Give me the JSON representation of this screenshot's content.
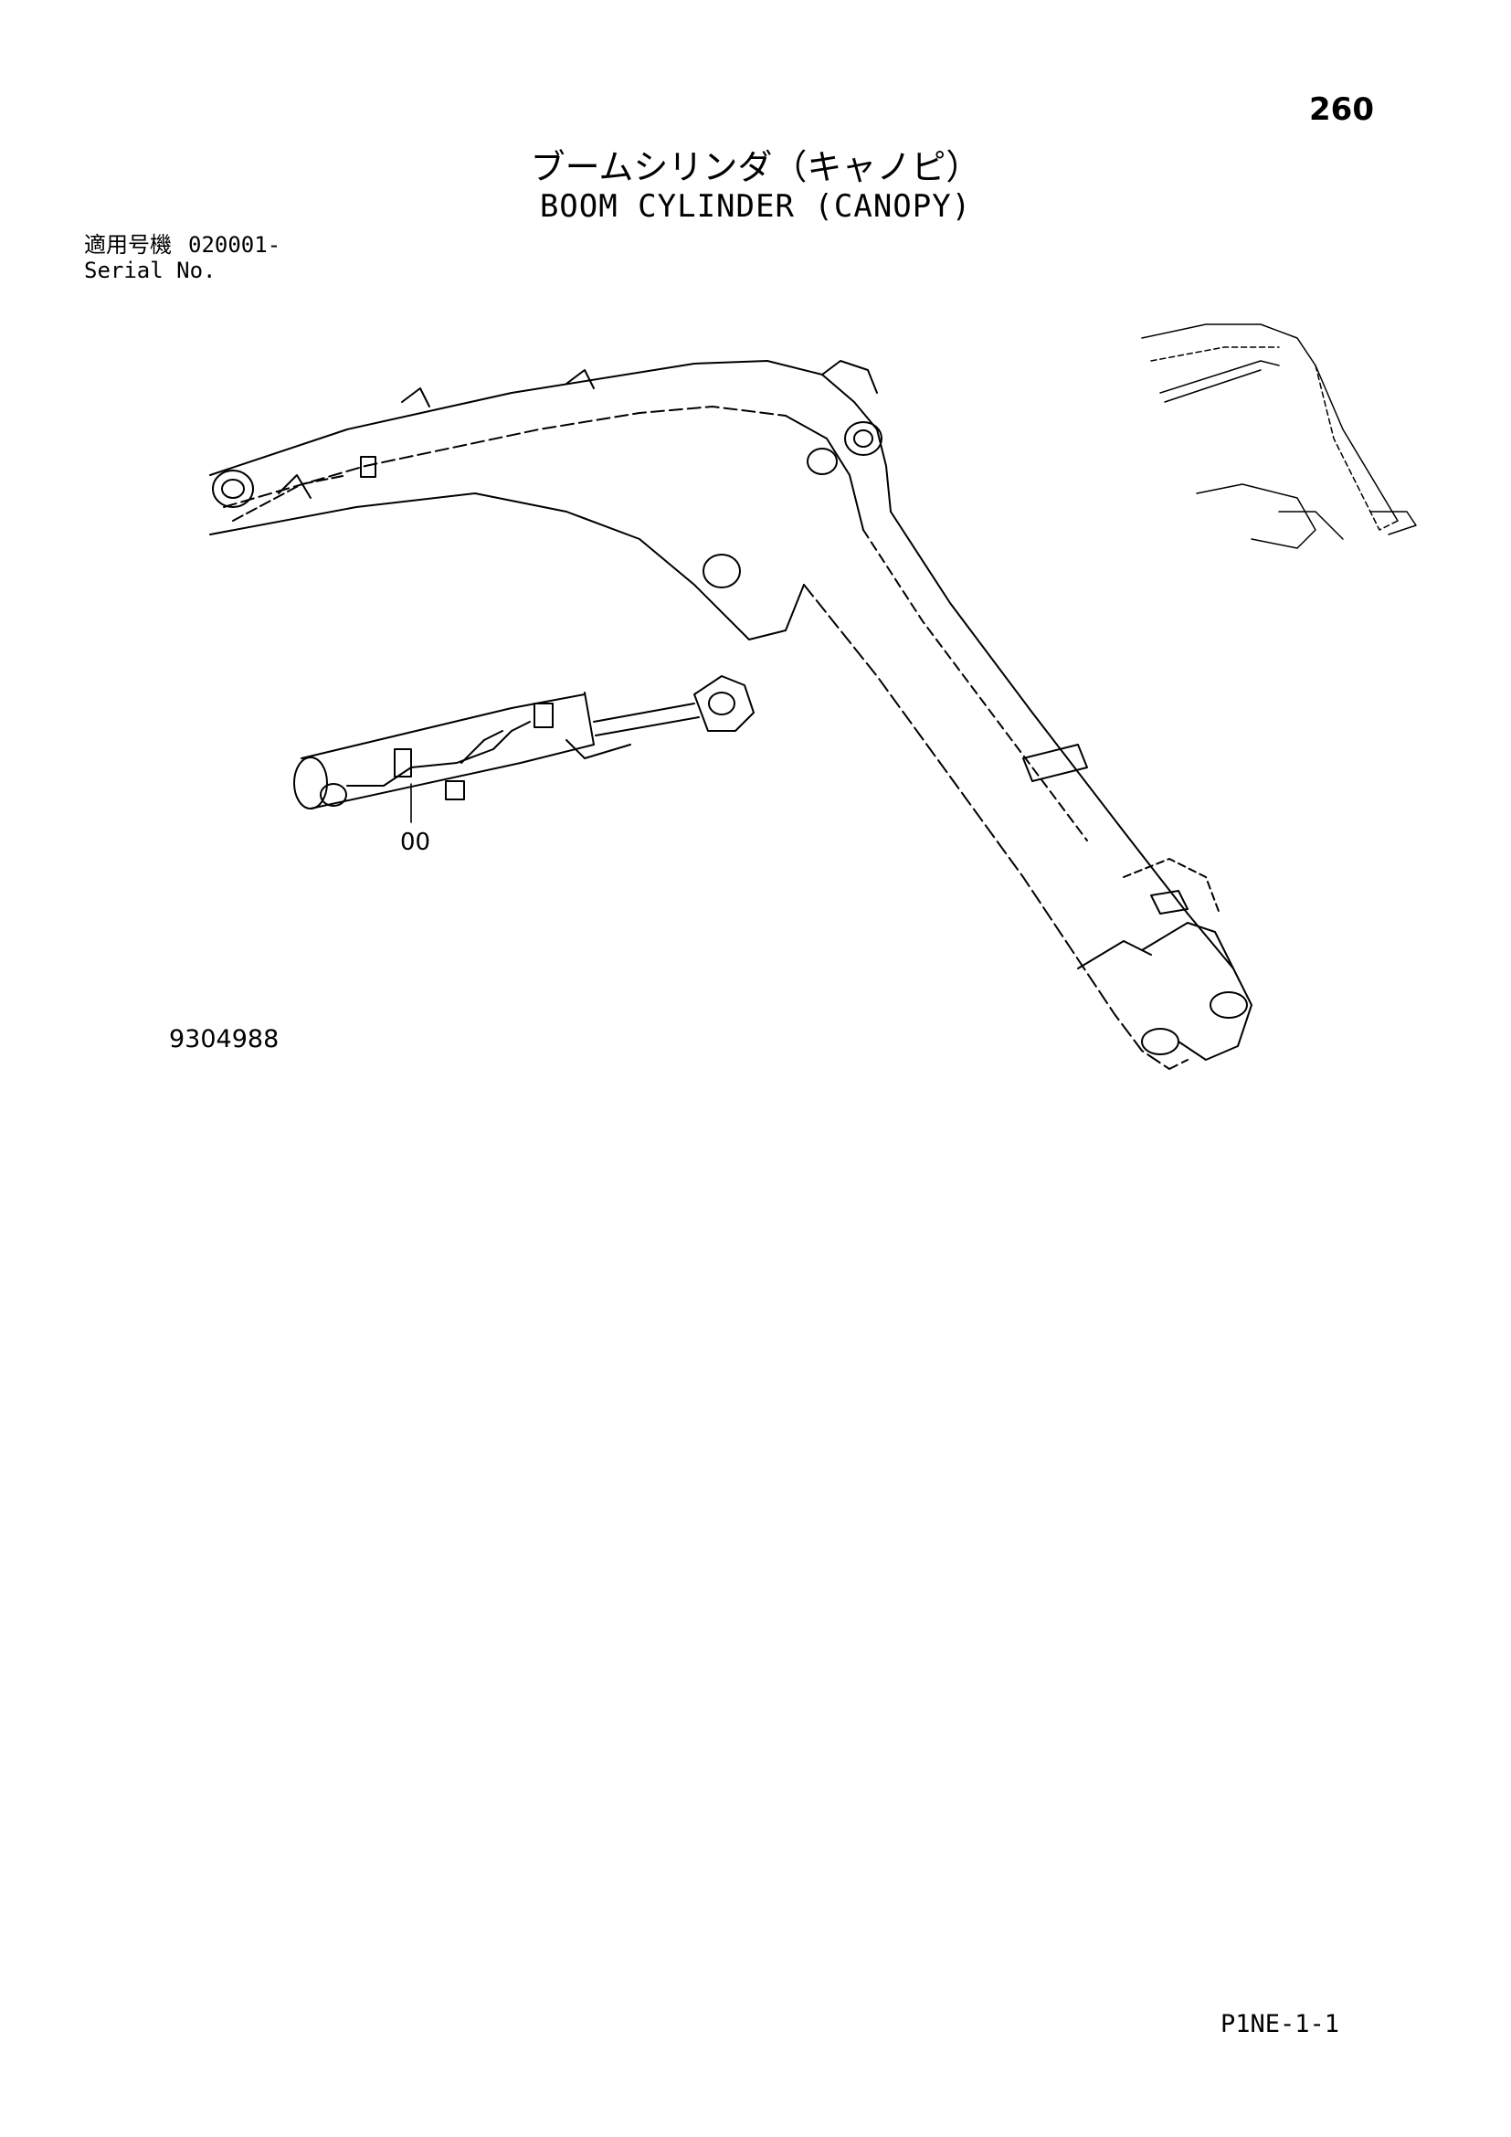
{
  "page_number": "260",
  "title_jp": "ブームシリンダ（キャノピ）",
  "title_en": "BOOM CYLINDER (CANOPY)",
  "serial": {
    "label_jp": "適用号機",
    "value": "020001-",
    "label_en": "Serial No."
  },
  "callouts": {
    "cylinder": "00"
  },
  "drawing_number": "9304988",
  "page_code": "P1NE-1-1"
}
